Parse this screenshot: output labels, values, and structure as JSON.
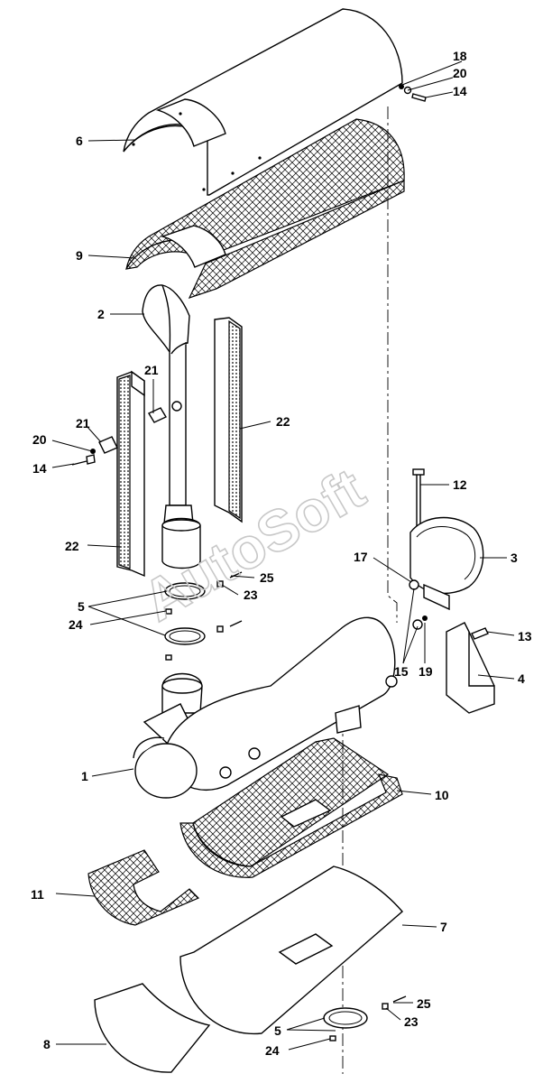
{
  "watermark": "AutoSoft",
  "callouts": {
    "c18": "18",
    "c20a": "20",
    "c14a": "14",
    "c6": "6",
    "c9": "9",
    "c2": "2",
    "c21a": "21",
    "c21b": "21",
    "c20b": "20",
    "c14b": "14",
    "c22a": "22",
    "c22b": "22",
    "c12": "12",
    "c3": "3",
    "c17": "17",
    "c25a": "25",
    "c23a": "23",
    "c5a": "5",
    "c24a": "24",
    "c13": "13",
    "c15": "15",
    "c19": "19",
    "c4": "4",
    "c1": "1",
    "c10": "10",
    "c11": "11",
    "c7": "7",
    "c25b": "25",
    "c23b": "23",
    "c5b": "5",
    "c24b": "24",
    "c8": "8"
  }
}
